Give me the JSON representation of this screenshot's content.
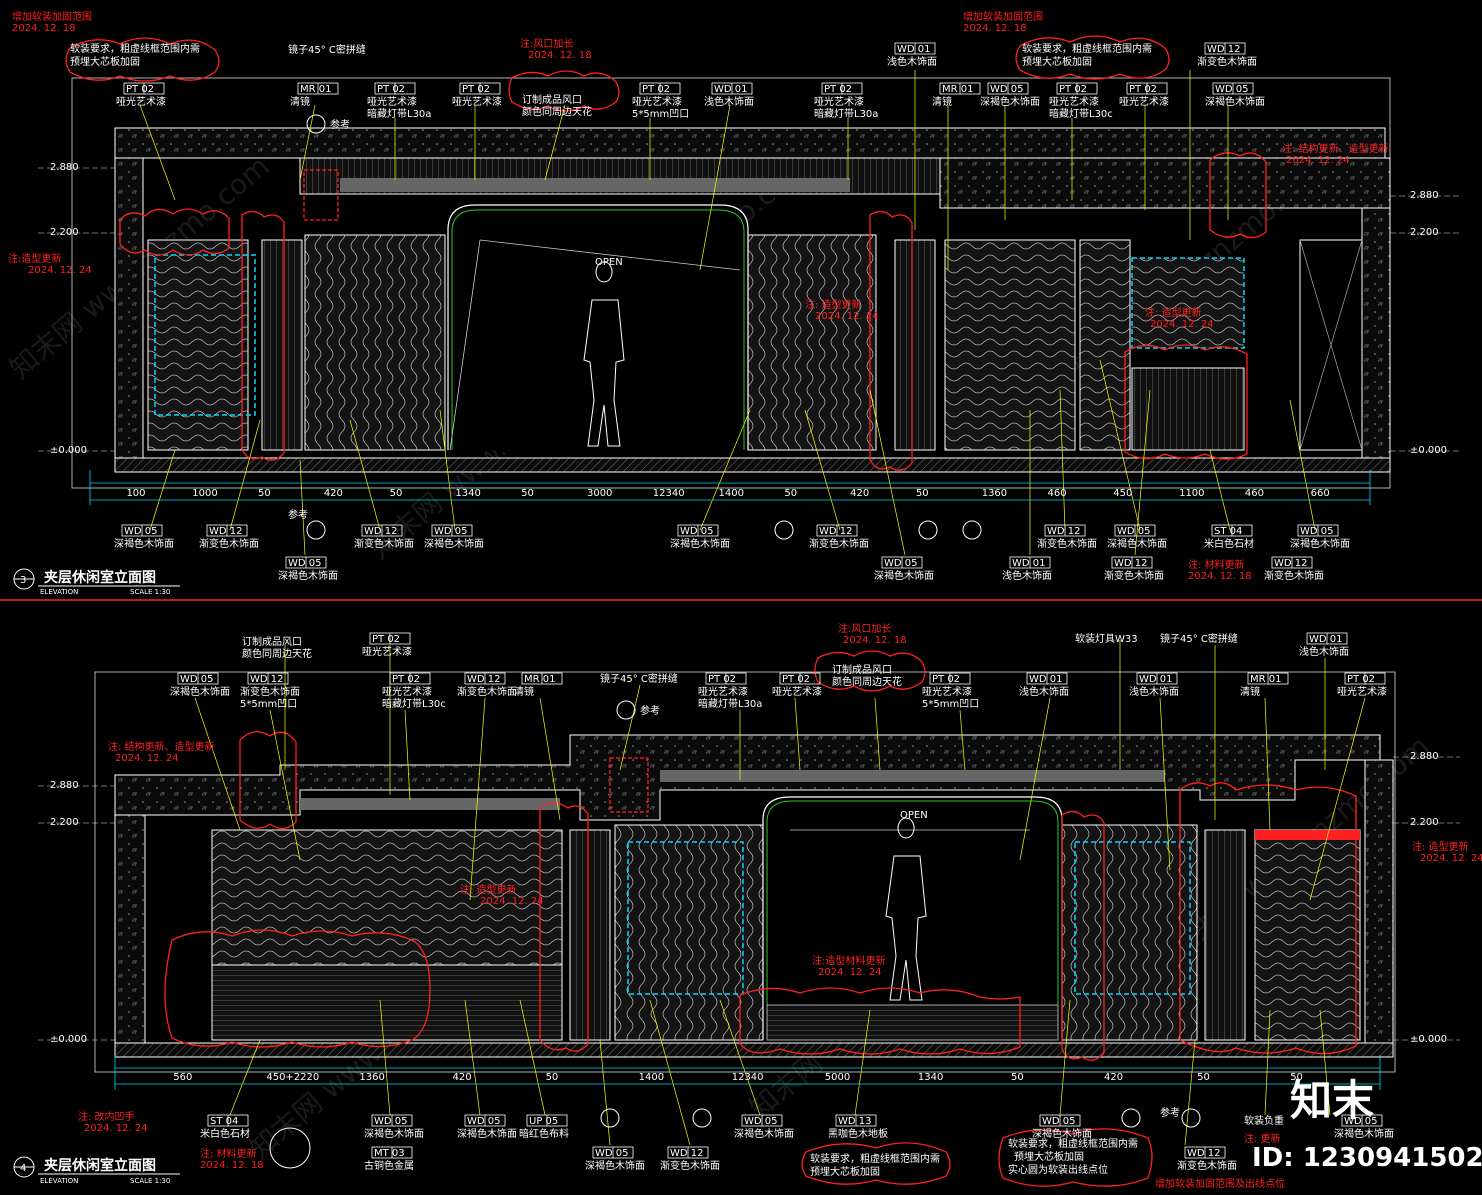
{
  "colors": {
    "background": "#000000",
    "wall": "#ffffff",
    "leader": "#ffff00",
    "revision": "#ff2020",
    "dim": "#00d8ff",
    "panel": "#1a1a1a"
  },
  "top": {
    "title": "夹层休闲室立面图",
    "elev_no": "3",
    "elev_sub": "ELEVATION",
    "scale": "SCALE  1:30",
    "notes": [
      {
        "text": "增加软装加固范围",
        "date": "2024. 12. 18"
      },
      {
        "text": "增加软装加固范围",
        "date": "2024. 12. 18"
      },
      {
        "text": "注:风口加长",
        "date": "2024. 12. 18"
      },
      {
        "text": "注:造型更新",
        "date": "2024. 12. 24"
      },
      {
        "text": "注: 结构更新、造型更新",
        "date": "2024. 12. 24"
      },
      {
        "text": "注: 材料更新",
        "date": "2024. 12. 18"
      },
      {
        "text": "注: 造型更新",
        "date": "2024. 12. 24"
      },
      {
        "text": "注: 造型更新",
        "date": "2024. 12. 24"
      }
    ],
    "soft_note": [
      "软装要求，粗虚线框范围内需",
      "预埋大芯板加固"
    ],
    "open": "OPEN",
    "ref": "参考",
    "heights": [
      "2.880",
      "2.200",
      "±0.000"
    ],
    "top_labels": [
      {
        "code": "PT 02",
        "name": "哑光艺术漆"
      },
      {
        "code": "MR 01",
        "name": "清镜"
      },
      {
        "code": "PT 02",
        "name": "哑光艺术漆",
        "sub": "暗藏灯带L30a"
      },
      {
        "code": "PT 02",
        "name": "哑光艺术漆"
      },
      {
        "code": "",
        "name": "订制成品风口",
        "sub": "颜色同周边天花"
      },
      {
        "code": "PT 02",
        "name": "哑光艺术漆",
        "sub": "5*5mm凹口"
      },
      {
        "code": "WD 01",
        "name": "浅色木饰面"
      },
      {
        "code": "PT 02",
        "name": "哑光艺术漆",
        "sub": "暗藏灯带L30a"
      },
      {
        "code": "WD 01",
        "name": "浅色木饰面"
      },
      {
        "code": "MR 01",
        "name": "清镜"
      },
      {
        "code": "WD 05",
        "name": "深褐色木饰面"
      },
      {
        "code": "PT 02",
        "name": "哑光艺术漆",
        "sub": "暗藏灯带L30c"
      },
      {
        "code": "PT 02",
        "name": "哑光艺术漆"
      },
      {
        "code": "WD 12",
        "name": "渐变色木饰面"
      },
      {
        "code": "WD 05",
        "name": "深褐色木饰面"
      }
    ],
    "mirror_note": "镜子45° C密拼缝",
    "bottom_labels": [
      {
        "code": "WD 05",
        "name": "深褐色木饰面"
      },
      {
        "code": "WD 12",
        "name": "渐变色木饰面"
      },
      {
        "code": "WD 05",
        "name": "深褐色木饰面"
      },
      {
        "code": "WD 12",
        "name": "渐变色木饰面"
      },
      {
        "code": "WD 05",
        "name": "深褐色木饰面"
      },
      {
        "code": "WD 05",
        "name": "深褐色木饰面"
      },
      {
        "code": "WD 12",
        "name": "渐变色木饰面"
      },
      {
        "code": "WD 05",
        "name": "深褐色木饰面"
      },
      {
        "code": "WD 01",
        "name": "浅色木饰面"
      },
      {
        "code": "WD 12",
        "name": "渐变色木饰面"
      },
      {
        "code": "WD 05",
        "name": "深褐色木饰面"
      },
      {
        "code": "WD 12",
        "name": "渐变色木饰面"
      },
      {
        "code": "ST 04",
        "name": "米白色石材"
      },
      {
        "code": "WD 05",
        "name": "深褐色木饰面"
      },
      {
        "code": "WD 12",
        "name": "渐变色木饰面"
      }
    ],
    "dims": [
      "100",
      "1000",
      "50",
      "420",
      "50",
      "1340",
      "50",
      "3000",
      "12340",
      "1400",
      "50",
      "420",
      "50",
      "1360",
      "460",
      "450",
      "1100",
      "460",
      "660"
    ]
  },
  "bottom": {
    "title": "夹层休闲室立面图",
    "elev_no": "4",
    "elev_sub": "ELEVATION",
    "scale": "SCALE  1:30",
    "notes": [
      {
        "text": "注:风口加长",
        "date": "2024. 12. 18"
      },
      {
        "text": "注: 结构更新、造型更新",
        "date": "2024. 12. 24"
      },
      {
        "text": "注: 造型更新",
        "date": "2024. 12. 24"
      },
      {
        "text": "注:造型材料更新",
        "date": "2024. 12. 24"
      },
      {
        "text": "注: 造型更新",
        "date": "2024. 12. 24"
      },
      {
        "text": "注: 改内凹手",
        "date": "2024. 12. 24"
      },
      {
        "text": "注: 材料更新",
        "date": "2024. 12. 18"
      },
      {
        "text": "注: 更新",
        "date": ""
      }
    ],
    "soft_note": [
      "软装要求，粗虚线框范围内需",
      "预埋大芯板加固"
    ],
    "soft_note2": [
      "软装要求，粗虚线框范围内需",
      "预埋大芯板加固",
      "实心圆为软装出线点位"
    ],
    "soft_note3": "增加软装加固范围及出线点位",
    "soft_load": "软装负重",
    "soft_lamp": "软装灯具W33",
    "open": "OPEN",
    "ref": "参考",
    "heights": [
      "2.880",
      "2.200",
      "±0.000"
    ],
    "top_labels": [
      {
        "code": "",
        "name": "订制成品风口",
        "sub": "颜色同周边天花"
      },
      {
        "code": "PT 02",
        "name": "哑光艺术漆"
      },
      {
        "code": "WD 05",
        "name": "深褐色木饰面"
      },
      {
        "code": "WD 12",
        "name": "渐变色木饰面",
        "sub": "5*5mm凹口"
      },
      {
        "code": "PT 02",
        "name": "哑光艺术漆",
        "sub": "暗藏灯带L30c"
      },
      {
        "code": "WD 12",
        "name": "渐变色木饰面"
      },
      {
        "code": "MR 01",
        "name": "清镜"
      },
      {
        "code": "PT 02",
        "name": "哑光艺术漆",
        "sub": "暗藏灯带L30a"
      },
      {
        "code": "PT 02",
        "name": "哑光艺术漆"
      },
      {
        "code": "",
        "name": "订制成品风口",
        "sub": "颜色同周边天花"
      },
      {
        "code": "PT 02",
        "name": "哑光艺术漆",
        "sub": "5*5mm凹口"
      },
      {
        "code": "WD 01",
        "name": "浅色木饰面"
      },
      {
        "code": "WD 01",
        "name": "浅色木饰面"
      },
      {
        "code": "MR 01",
        "name": "清镜"
      },
      {
        "code": "PT 02",
        "name": "哑光艺术漆"
      },
      {
        "code": "WD 01",
        "name": "浅色木饰面"
      }
    ],
    "mirror_note": "镜子45° C密拼缝",
    "bottom_labels": [
      {
        "code": "ST 04",
        "name": "米白色石材"
      },
      {
        "code": "MT 03",
        "name": "古铜色金属"
      },
      {
        "code": "WD 05",
        "name": "深褐色木饰面"
      },
      {
        "code": "WD 05",
        "name": "深褐色木饰面"
      },
      {
        "code": "UP 05",
        "name": "暗红色布料"
      },
      {
        "code": "WD 05",
        "name": "深褐色木饰面"
      },
      {
        "code": "WD 12",
        "name": "渐变色木饰面"
      },
      {
        "code": "WD 05",
        "name": "深褐色木饰面"
      },
      {
        "code": "WD 13",
        "name": "黑咖色木地板"
      },
      {
        "code": "WD 05",
        "name": "深褐色木饰面"
      },
      {
        "code": "WD 12",
        "name": "渐变色木饰面"
      },
      {
        "code": "WD 05",
        "name": "深褐色木饰面"
      }
    ],
    "dims": [
      "560",
      "450+2220",
      "1360",
      "420",
      "50",
      "1400",
      "12340",
      "5000",
      "1340",
      "50",
      "420",
      "50",
      "50"
    ]
  },
  "watermark": "知末网 www.znzmo.com",
  "logo": "知末",
  "id": "ID: 1230941502"
}
